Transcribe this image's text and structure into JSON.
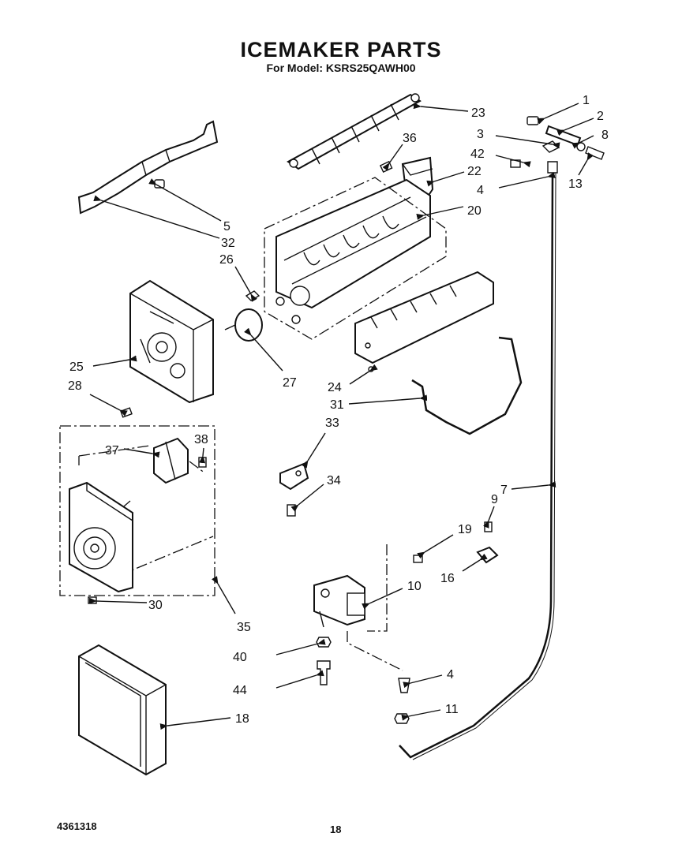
{
  "header": {
    "title": "ICEMAKER PARTS",
    "subtitle": "For Model: KSRS25QAWH00"
  },
  "footer": {
    "doc_number": "4361318",
    "page_number": "18"
  },
  "callouts": {
    "c1": "1",
    "c2": "2",
    "c3": "3",
    "c4a": "4",
    "c4b": "4",
    "c5": "5",
    "c7": "7",
    "c8": "8",
    "c9": "9",
    "c10": "10",
    "c11": "11",
    "c13": "13",
    "c16": "16",
    "c18": "18",
    "c19": "19",
    "c20": "20",
    "c22": "22",
    "c23": "23",
    "c24": "24",
    "c25": "25",
    "c26": "26",
    "c27": "27",
    "c28": "28",
    "c30": "30",
    "c31": "31",
    "c32": "32",
    "c33": "33",
    "c34": "34",
    "c35": "35",
    "c36": "36",
    "c37": "37",
    "c38": "38",
    "c40": "40",
    "c42": "42",
    "c44": "44"
  }
}
